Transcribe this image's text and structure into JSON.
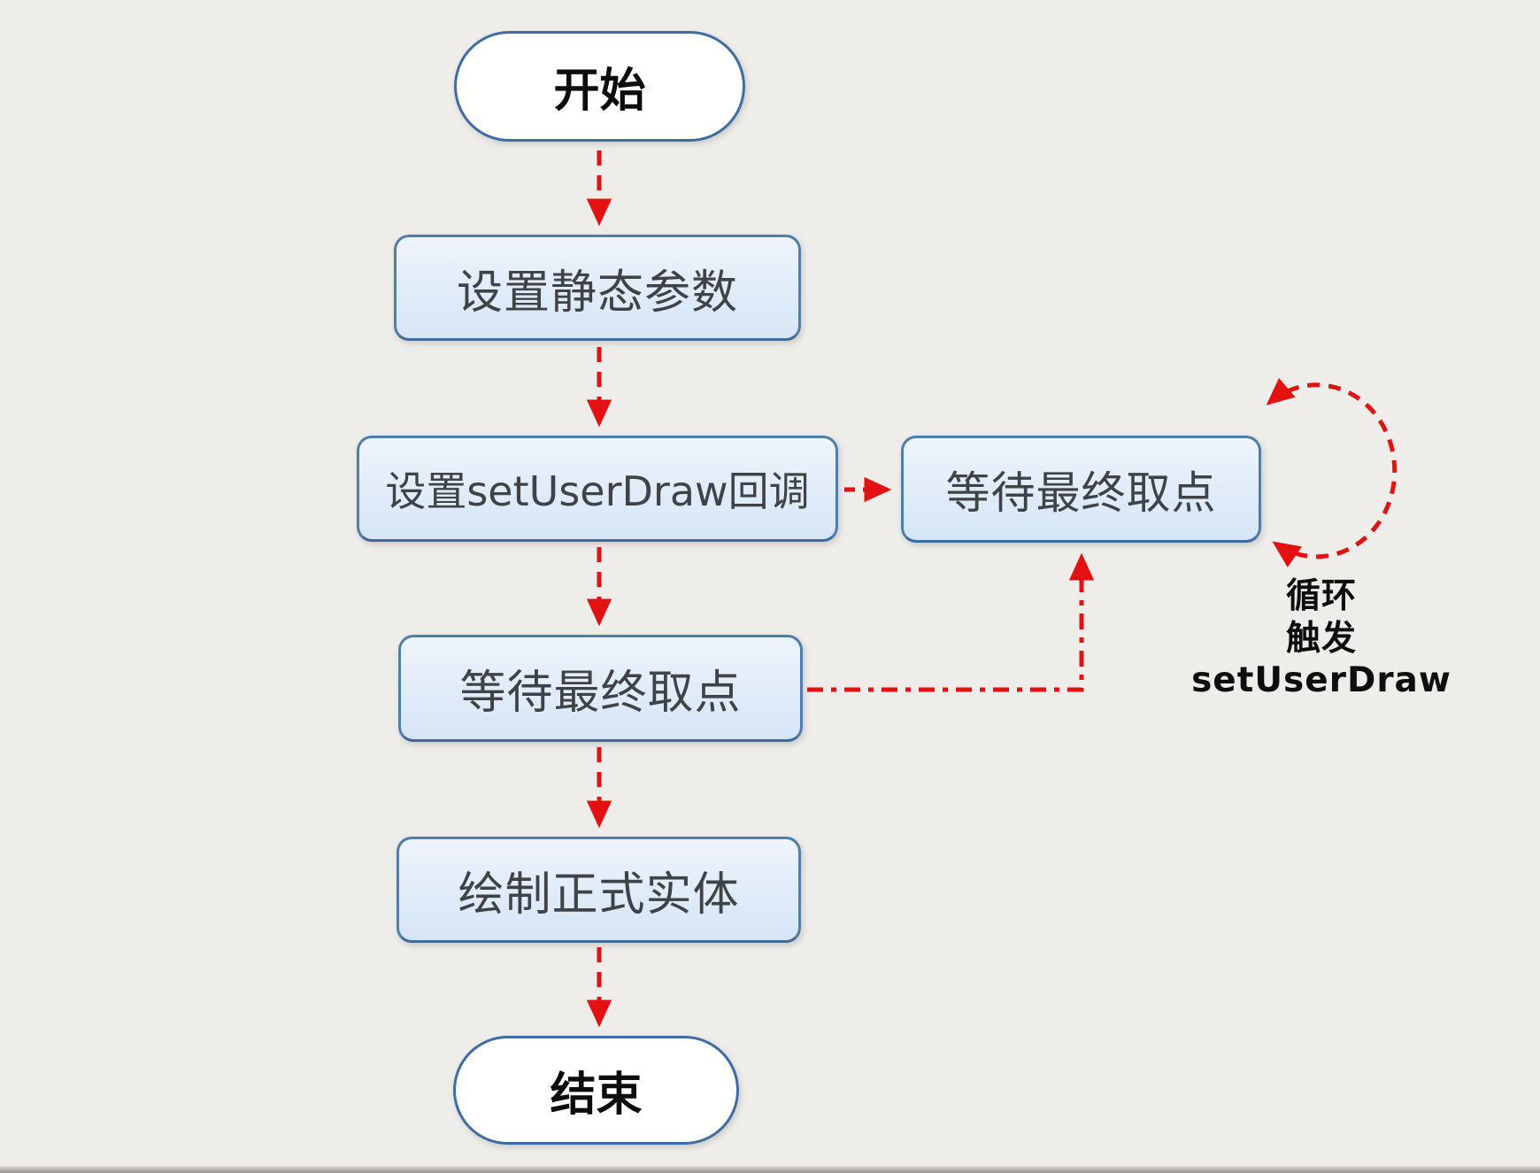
{
  "diagram": {
    "kind": "flowchart",
    "language": "zh-CN",
    "nodes": [
      {
        "id": "start",
        "type": "terminal",
        "label": "开始"
      },
      {
        "id": "set-static",
        "type": "process",
        "label": "设置静态参数"
      },
      {
        "id": "set-callback",
        "type": "process",
        "label": "设置setUserDraw回调"
      },
      {
        "id": "wait-right",
        "type": "process",
        "label": "等待最终取点"
      },
      {
        "id": "wait-main",
        "type": "process",
        "label": "等待最终取点"
      },
      {
        "id": "draw-entity",
        "type": "process",
        "label": "绘制正式实体"
      },
      {
        "id": "end",
        "type": "terminal",
        "label": "结束"
      }
    ],
    "edges": [
      {
        "from": "start",
        "to": "set-callback-chain",
        "style": "dashed-red",
        "direction": "down"
      },
      {
        "from": "set-static",
        "to": "set-callback",
        "style": "dashed-red",
        "direction": "down"
      },
      {
        "from": "set-callback",
        "to": "wait-right",
        "style": "dashed-red",
        "direction": "right"
      },
      {
        "from": "set-callback",
        "to": "wait-main",
        "style": "dashed-red",
        "direction": "down"
      },
      {
        "from": "wait-main",
        "to": "wait-right",
        "style": "dashed-red",
        "direction": "right-then-up"
      },
      {
        "from": "wait-main",
        "to": "draw-entity",
        "style": "dashed-red",
        "direction": "down"
      },
      {
        "from": "draw-entity",
        "to": "end",
        "style": "dashed-red",
        "direction": "down"
      },
      {
        "from": "wait-right",
        "to": "wait-right",
        "style": "dashed-red",
        "direction": "self-loop-right"
      }
    ],
    "loop_label": {
      "line1": "循环",
      "line2": "触发setUserDraw"
    },
    "colors": {
      "background": "#efede9",
      "arrow_red": "#e31111",
      "process_fill_top": "#eef4fc",
      "process_fill_bottom": "#d6e5f6",
      "process_border": "#4f7dac",
      "terminal_fill": "#fffffe",
      "terminal_border": "#3d6da4",
      "process_text": "#3f4345",
      "terminal_text": "#0d0d0d"
    }
  }
}
